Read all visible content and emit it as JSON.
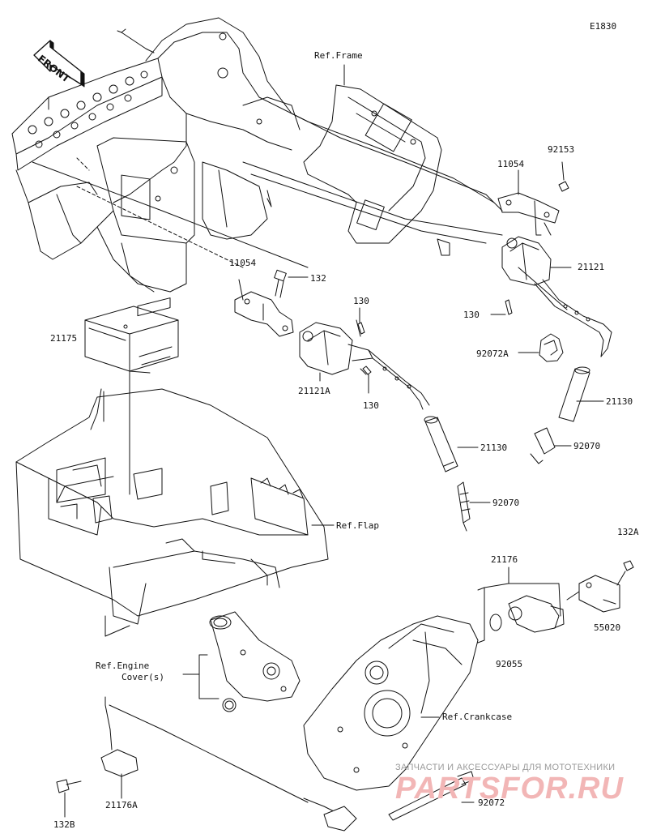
{
  "diagram_code": "E1830",
  "labels": {
    "ref_frame": "Ref.Frame",
    "ref_flap": "Ref.Flap",
    "ref_engine_cover_1": "Ref.Engine",
    "ref_engine_cover_2": "Cover(s)",
    "ref_crankcase": "Ref.Crankcase",
    "front": "FRONT",
    "p11054_a": "11054",
    "p11054_b": "11054",
    "p92153": "92153",
    "p21121": "21121",
    "p132": "132",
    "p130_a": "130",
    "p130_b": "130",
    "p130_c": "130",
    "p21121A": "21121A",
    "p21175": "21175",
    "p92072A": "92072A",
    "p21130_a": "21130",
    "p21130_b": "21130",
    "p92070_a": "92070",
    "p92070_b": "92070",
    "p132A": "132A",
    "p21176": "21176",
    "p55020": "55020",
    "p92055": "92055",
    "p92072": "92072",
    "p21176A": "21176A",
    "p132B": "132B"
  },
  "watermark": {
    "line1": "ЗАПЧАСТИ И АКСЕССУАРЫ ДЛЯ МОТОТЕХНИКИ",
    "line2": "PARTSFOR.RU"
  }
}
